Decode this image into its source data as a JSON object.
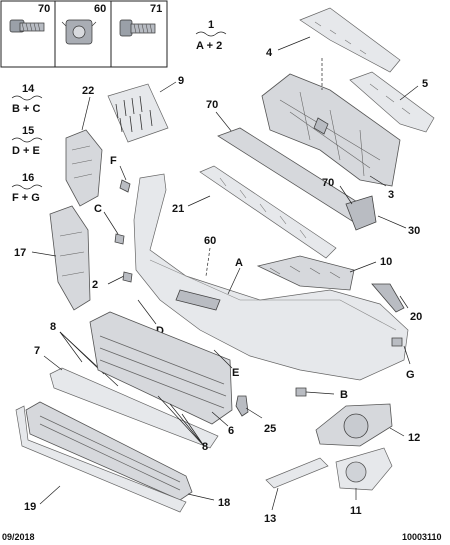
{
  "diagram": {
    "footer": {
      "date": "09/2018",
      "ref": "10003110"
    },
    "header_boxes": [
      {
        "num": "70"
      },
      {
        "num": "60"
      },
      {
        "num": "71"
      }
    ],
    "groups": [
      {
        "num": "1",
        "combo": "A + 2"
      },
      {
        "num": "14",
        "combo": "B + C"
      },
      {
        "num": "15",
        "combo": "D + E"
      },
      {
        "num": "16",
        "combo": "F + G"
      }
    ],
    "labels": {
      "l4": "4",
      "l5": "5",
      "l9": "9",
      "l22": "22",
      "l70a": "70",
      "l3": "3",
      "l70b": "70",
      "l30": "30",
      "lF": "F",
      "l21": "21",
      "lC": "C",
      "l17": "17",
      "l60": "60",
      "lA": "A",
      "l10": "10",
      "l2": "2",
      "l20": "20",
      "lD": "D",
      "l8a": "8",
      "l7": "7",
      "lE": "E",
      "lG": "G",
      "lB": "B",
      "l25": "25",
      "l6": "6",
      "l8b": "8",
      "l12": "12",
      "l19": "19",
      "l18": "18",
      "l13": "13",
      "l11": "11"
    }
  }
}
